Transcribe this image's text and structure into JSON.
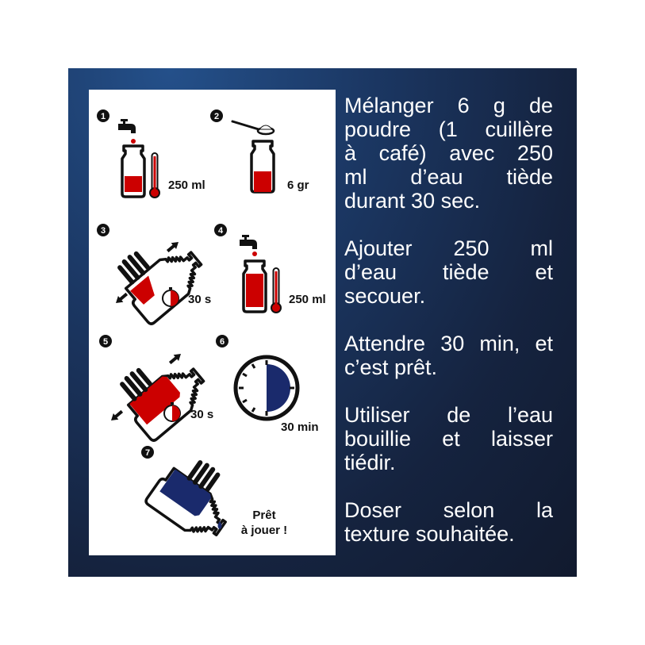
{
  "steps": [
    {
      "number": "1",
      "label": "250 ml"
    },
    {
      "number": "2",
      "label": "6 gr"
    },
    {
      "number": "3",
      "label": "30 s"
    },
    {
      "number": "4",
      "label": "250 ml"
    },
    {
      "number": "5",
      "label": "30 s"
    },
    {
      "number": "6",
      "label": "30 min"
    },
    {
      "number": "7",
      "label_line1": "Prêt",
      "label_line2": "à jouer !"
    }
  ],
  "instructions": [
    {
      "lines": [
        "Mélanger 6 g de",
        "poudre (1 cuillère",
        "à café) avec 250",
        "ml d’eau tiède",
        "durant 30 sec."
      ]
    },
    {
      "lines": [
        "Ajouter 250 ml",
        "d’eau tiède et",
        "secouer."
      ]
    },
    {
      "lines": [
        "Attendre 30 min, et",
        "c’est prêt."
      ]
    },
    {
      "lines": [
        "Utiliser de l’eau",
        "bouillie et laisser",
        "tiédir."
      ]
    },
    {
      "lines": [
        "Doser selon la",
        "texture souhaitée."
      ]
    }
  ],
  "colors": {
    "red": "#cc0000",
    "navy": "#1a2a6c",
    "panel": "#1b3763"
  }
}
